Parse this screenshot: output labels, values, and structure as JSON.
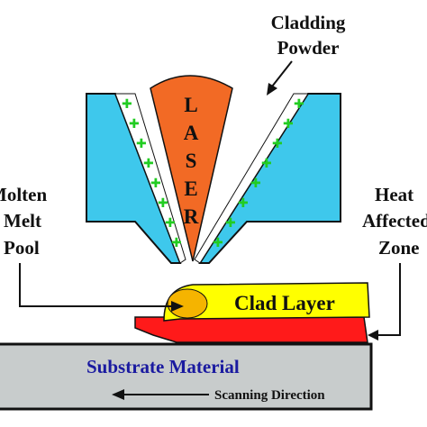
{
  "labels": {
    "cladding_powder_line1": "Cladding",
    "cladding_powder_line2": "Powder",
    "laser_letters": [
      "L",
      "A",
      "S",
      "E",
      "R"
    ],
    "molten_melt_pool_line1": "Molten",
    "molten_melt_pool_line2": "Melt",
    "molten_melt_pool_line3": "Pool",
    "heat_affected_zone_line1": "Heat",
    "heat_affected_zone_line2": "Affected",
    "heat_affected_zone_line3": "Zone",
    "clad_layer": "Clad Layer",
    "substrate_material": "Substrate Material",
    "scanning_direction": "Scanning Direction"
  },
  "colors": {
    "nozzle": "#3ec8ec",
    "powder": "#22cc22",
    "laser": "#f26a25",
    "clad_layer": "#ffff00",
    "melt_pool": "#f5b400",
    "heat_affected_zone": "#ff1a1a",
    "substrate": "#c8cccc",
    "substrate_text": "#1a1aa0",
    "outline": "#111111"
  }
}
